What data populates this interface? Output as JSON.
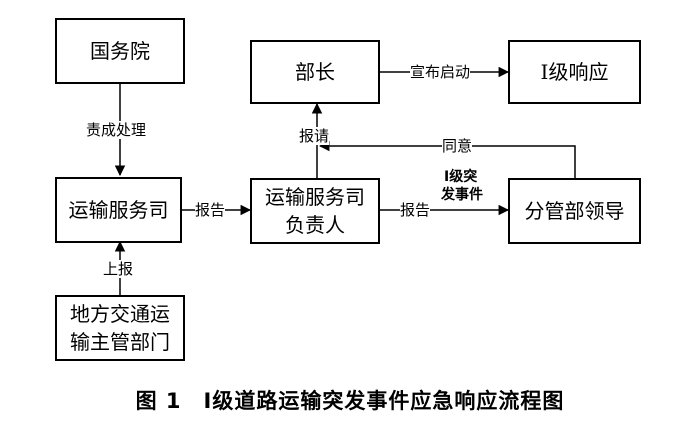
{
  "nodes": {
    "state_council": "国务院",
    "minister": "部长",
    "level1_response": "Ⅰ级响应",
    "transport_dept": "运输服务司",
    "dept_head_line1": "运输服务司",
    "dept_head_line2": "负责人",
    "leader": "分管部领导",
    "local_line1": "地方交通运",
    "local_line2": "输主管部门"
  },
  "edges": {
    "responsible_handle": "责成处理",
    "announce_start": "宣布启动",
    "report_request": "报请",
    "agree": "同意",
    "report_1": "报告",
    "report_2": "报告",
    "emergency_line1": "Ⅰ级突",
    "emergency_line2": "发事件",
    "report_up": "上报"
  },
  "caption": "图 1　Ⅰ级道路运输突发事件应急响应流程图"
}
